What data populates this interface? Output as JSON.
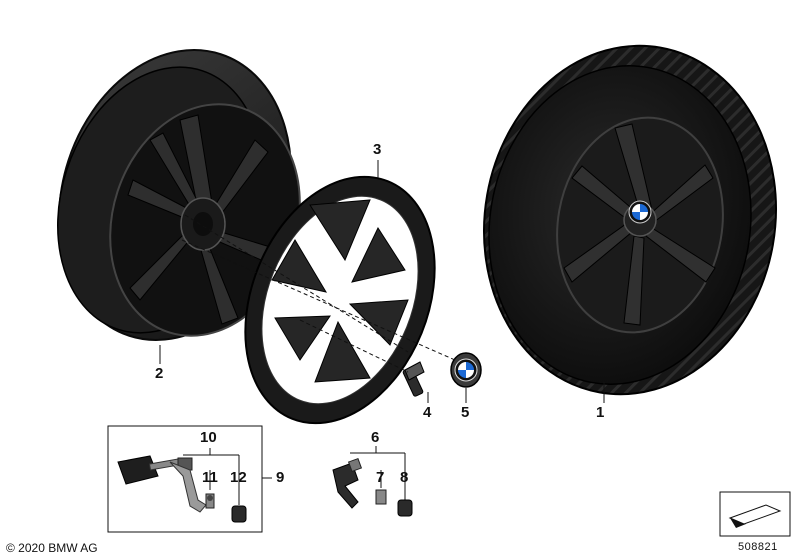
{
  "callouts": {
    "c1": "1",
    "c2": "2",
    "c3": "3",
    "c4": "4",
    "c5": "5",
    "c6": "6",
    "c7": "7",
    "c8": "8",
    "c9": "9",
    "c10": "10",
    "c11": "11",
    "c12": "12"
  },
  "footer": {
    "copyright": "© 2020 BMW AG",
    "document_number": "508821"
  },
  "colors": {
    "part_black": "#151515",
    "part_dark": "#262626",
    "part_mid": "#3a3a3a",
    "highlight": "#5a5a5a",
    "line": "#111111",
    "bmw_blue": "#1c69d4"
  }
}
